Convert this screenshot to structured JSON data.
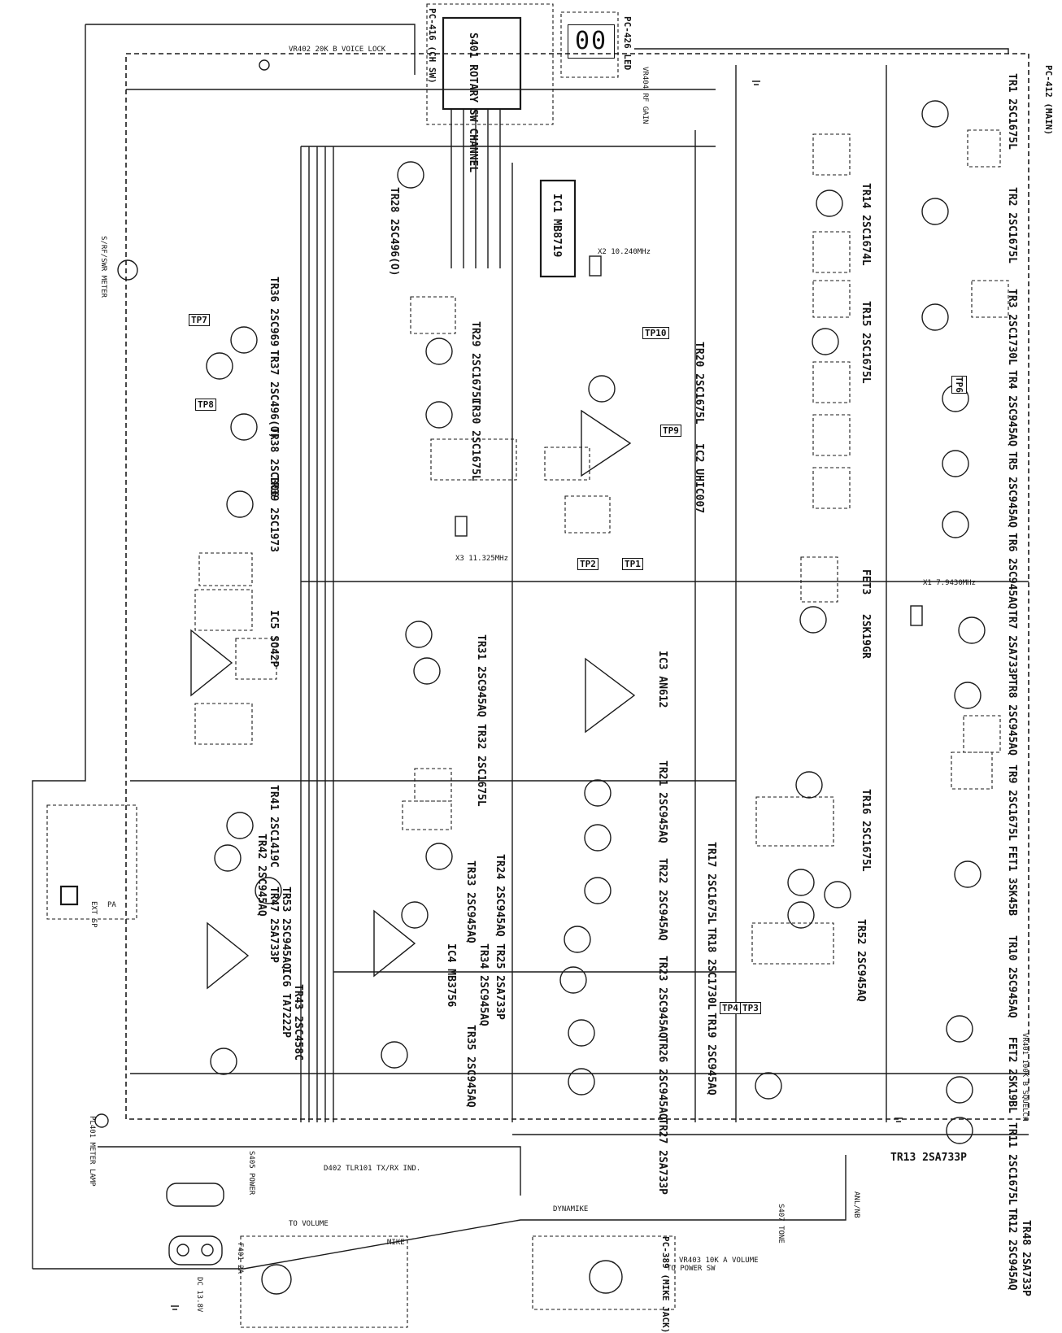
{
  "boards": {
    "main": "PC-412 (MAIN)",
    "led": "PC-426 LED",
    "channel": "PC-416 (CH SW)",
    "mic": "PC-389 (MIKE JACK)"
  },
  "display": {
    "digits": "00"
  },
  "transistors_right": [
    "TR1 2SC1675L",
    "TR2 2SC1675L",
    "TR3 2SC1730L",
    "TR4 2SC945AQ",
    "TR5 2SC945AQ",
    "TR6 2SC945AQ",
    "TR7 2SA733P",
    "TR8 2SC945AQ",
    "TR9 2SC1675L",
    "FET1 3SK45B"
  ],
  "transistors_mid_right": [
    "TR14 2SC1674L",
    "TR15 2SC1675L",
    "FET3",
    "2SK19GR",
    "TR16 2SC1675L",
    "TR10 2SC945AQ",
    "FET2 2SK19BL",
    "TR11 2SC1675L",
    "TR12 2SC945AQ",
    "TR52 2SC945AQ",
    "TR13 2SA733P",
    "TR48 2SA733P"
  ],
  "transistors_center": [
    "TR20 2SC1675L",
    "IC2 UHIC007",
    "IC1 MB8719",
    "TR28 2SC496(O)",
    "TR29 2SC1675L",
    "TR30 2SC1675L",
    "TR31 2SC945AQ",
    "TR32 2SC1675L",
    "IC3 AN612",
    "TR21 2SC945AQ",
    "TR22 2SC945AQ",
    "TR23 2SC945AQ",
    "TR24 2SC945AQ",
    "TR25 2SA733P",
    "TR26 2SC945AQ",
    "TR27 2SA733P",
    "TR17 2SC1675L",
    "TR18 2SC1730L",
    "TR19 2SC945AQ",
    "TR33 2SC945AQ",
    "TR34 2SC945AQ",
    "TR35 2SC945AQ",
    "IC4 MB3756"
  ],
  "transistors_left": [
    "TR36 2SC969",
    "TR37 2SC496(O)",
    "TR38 2SC306",
    "TR39 2SC1973",
    "IC5 SO42P",
    "TR41 2SC1419C",
    "TR42 2SC945AQ",
    "TR47 2SA733P",
    "TR53 2SC945AQ",
    "IC6 TA7222P",
    "TR43 2SC458C"
  ],
  "switches": {
    "rotary": "S401 ROTARY SW CHANNEL",
    "voice_lock": "VR402 20K B VOICE LOCK",
    "squelch": "VR401 100K B SQUELCH",
    "volume": "VR403 10K A VOLUME",
    "dynamike": "DYNAMIKE",
    "rf_gain": "VR404 RF GAIN",
    "meter": "S/RF/SWR METER",
    "lamp": "PL401 METER LAMP",
    "power": "S405 POWER",
    "dc": "DC 13.8V",
    "tone": "S407 TONE",
    "anl": "ANL/NB",
    "pa": "PA",
    "ext_sp": "EXT SP",
    "mike": "MIKE",
    "to_volume": "TO VOLUME",
    "to_power_sw": "TO POWER SW",
    "led_txrx": "D402 TLR101 TX/RX IND.",
    "fuse": "F401 2A"
  },
  "crystals": {
    "x1": "X1 7.9430MHz",
    "x2": "X2 10.240MHz",
    "x3": "X3 11.325MHz"
  },
  "test_points": [
    "TP1",
    "TP2",
    "TP3",
    "TP4",
    "TP6",
    "TP7",
    "TP8",
    "TP9",
    "TP10"
  ]
}
